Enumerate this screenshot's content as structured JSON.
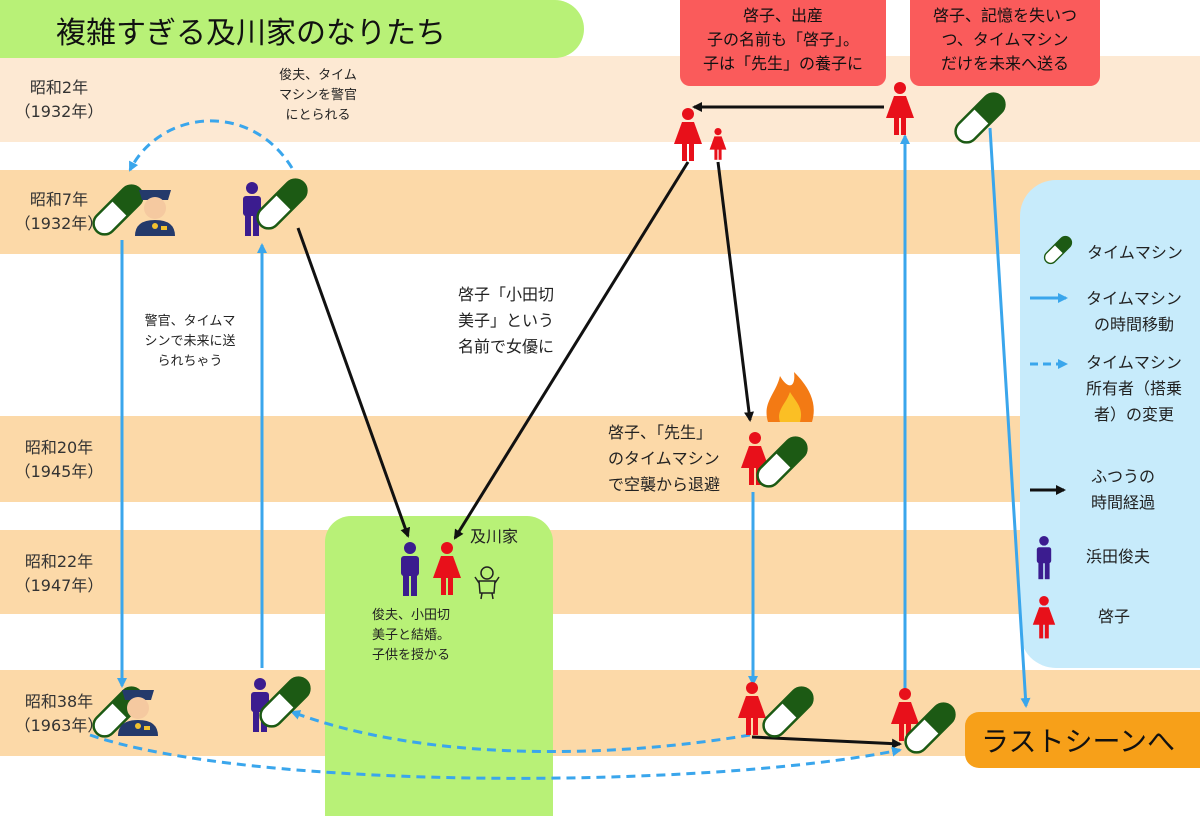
{
  "title": "複雑すぎる及川家のなりたち",
  "years": [
    {
      "era": "昭和2年",
      "ad": "（1932年）"
    },
    {
      "era": "昭和7年",
      "ad": "（1932年）"
    },
    {
      "era": "昭和20年",
      "ad": "（1945年）"
    },
    {
      "era": "昭和22年",
      "ad": "（1947年）"
    },
    {
      "era": "昭和38年",
      "ad": "（1963年）"
    }
  ],
  "bubbles": {
    "birth": [
      "啓子、出産",
      "子の名前も「啓子」。",
      "子は「先生」の養子に"
    ],
    "memory": [
      "啓子、記憶を失いつ",
      "つ、タイムマシン",
      "だけを未来へ送る"
    ]
  },
  "notes": {
    "toshio_taken": [
      "俊夫、タイム",
      "マシンを警官",
      "にとられる"
    ],
    "police_sent": [
      "警官、タイムマ",
      "シンで未来に送",
      "られちゃう"
    ],
    "actress": [
      "啓子「小田切",
      "美子」という",
      "名前で女優に"
    ],
    "airraid": [
      "啓子、「先生」",
      "のタイムマシン",
      "で空襲から退避"
    ],
    "married": [
      "俊夫、小田切",
      "美子と結婚。",
      "子供を授かる"
    ]
  },
  "oikawa_label": "及川家",
  "last_scene": "ラストシーンへ",
  "legend": {
    "machine": "タイムマシン",
    "travel": [
      "タイムマシン",
      "の時間移動"
    ],
    "owner": [
      "タイムマシン",
      "所有者（搭乗",
      "者）の変更"
    ],
    "time": [
      "ふつうの",
      "時間経過"
    ],
    "toshio": "浜田俊夫",
    "keiko": "啓子"
  },
  "colors": {
    "band": "#fcd9a8",
    "band_light": "#fde9d3",
    "machine_line": "#3aa6ec",
    "machine_dark": "#1c5a14",
    "toshio": "#3b1c8f",
    "keiko": "#e8101a",
    "bubble": "#fa5b5b",
    "green_box": "#b8f177",
    "legend_box": "#c7ebfb",
    "last_scene": "#f7a019"
  },
  "icons": [
    "time-machine-capsule-icon",
    "police-officer-icon",
    "man-icon",
    "woman-icon",
    "baby-icon",
    "fire-icon"
  ]
}
